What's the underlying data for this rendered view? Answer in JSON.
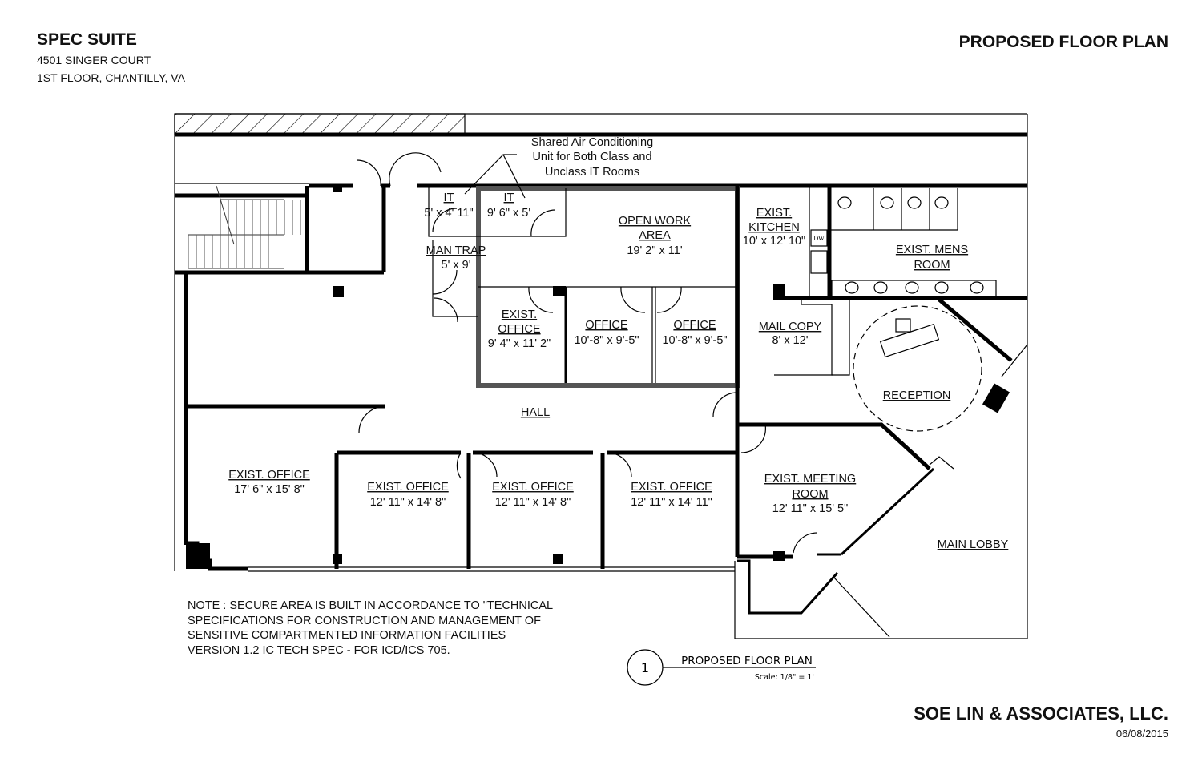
{
  "header": {
    "title": "SPEC SUITE",
    "address_line1": "4501 SINGER COURT",
    "address_line2": "1ST FLOOR, CHANTILLY, VA",
    "plan_title": "PROPOSED FLOOR PLAN"
  },
  "callout": {
    "line1": "Shared Air Conditioning",
    "line2": "Unit for Both Class and",
    "line3": "Unclass IT Rooms"
  },
  "rooms": {
    "it1": {
      "name": "IT",
      "size": "5' x 4' 11\""
    },
    "it2": {
      "name": "IT",
      "size": "9' 6\" x 5'"
    },
    "man_trap": {
      "name": "MAN TRAP",
      "size": "5' x 9'"
    },
    "open_work": {
      "name1": "OPEN WORK",
      "name2": "AREA",
      "size": "19' 2\" x 11'"
    },
    "exist_office_small": {
      "name1": "EXIST.",
      "name2": "OFFICE",
      "size": "9' 4\" x 11' 2\""
    },
    "office_a": {
      "name": "OFFICE",
      "size": "10'-8\" x 9'-5\""
    },
    "office_b": {
      "name": "OFFICE",
      "size": "10'-8\" x 9'-5\""
    },
    "kitchen": {
      "name1": "EXIST.",
      "name2": "KITCHEN",
      "size": "10' x 12' 10\"",
      "appliance": "DW"
    },
    "mens_room": {
      "name1": "EXIST. MENS",
      "name2": "ROOM"
    },
    "mail_copy": {
      "name": "MAIL COPY",
      "size": "8' x 12'"
    },
    "reception": {
      "name": "RECEPTION"
    },
    "hall": {
      "name": "HALL"
    },
    "office_1": {
      "name": "EXIST. OFFICE",
      "size": "17' 6\" x 15' 8\""
    },
    "office_2": {
      "name": "EXIST. OFFICE",
      "size": "12' 11\" x 14' 8\""
    },
    "office_3": {
      "name": "EXIST. OFFICE",
      "size": "12' 11\" x 14' 8\""
    },
    "office_4": {
      "name": "EXIST. OFFICE",
      "size": "12' 11\" x 14' 11\""
    },
    "meeting": {
      "name1": "EXIST. MEETING",
      "name2": "ROOM",
      "size": "12' 11\" x 15' 5\""
    },
    "lobby": {
      "name": "MAIN LOBBY"
    }
  },
  "note": {
    "line1": "NOTE : SECURE AREA IS BUILT IN ACCORDANCE TO \"TECHNICAL",
    "line2": "SPECIFICATIONS FOR CONSTRUCTION AND MANAGEMENT OF",
    "line3": "SENSITIVE COMPARTMENTED INFORMATION FACILITIES",
    "line4": "VERSION 1.2 IC TECH SPEC - FOR ICD/ICS 705."
  },
  "drawing_tag": {
    "number": "1",
    "title": "PROPOSED FLOOR PLAN",
    "scale": "Scale: 1/8\" = 1'"
  },
  "footer": {
    "firm": "SOE LIN & ASSOCIATES, LLC.",
    "date": "06/08/2015"
  }
}
